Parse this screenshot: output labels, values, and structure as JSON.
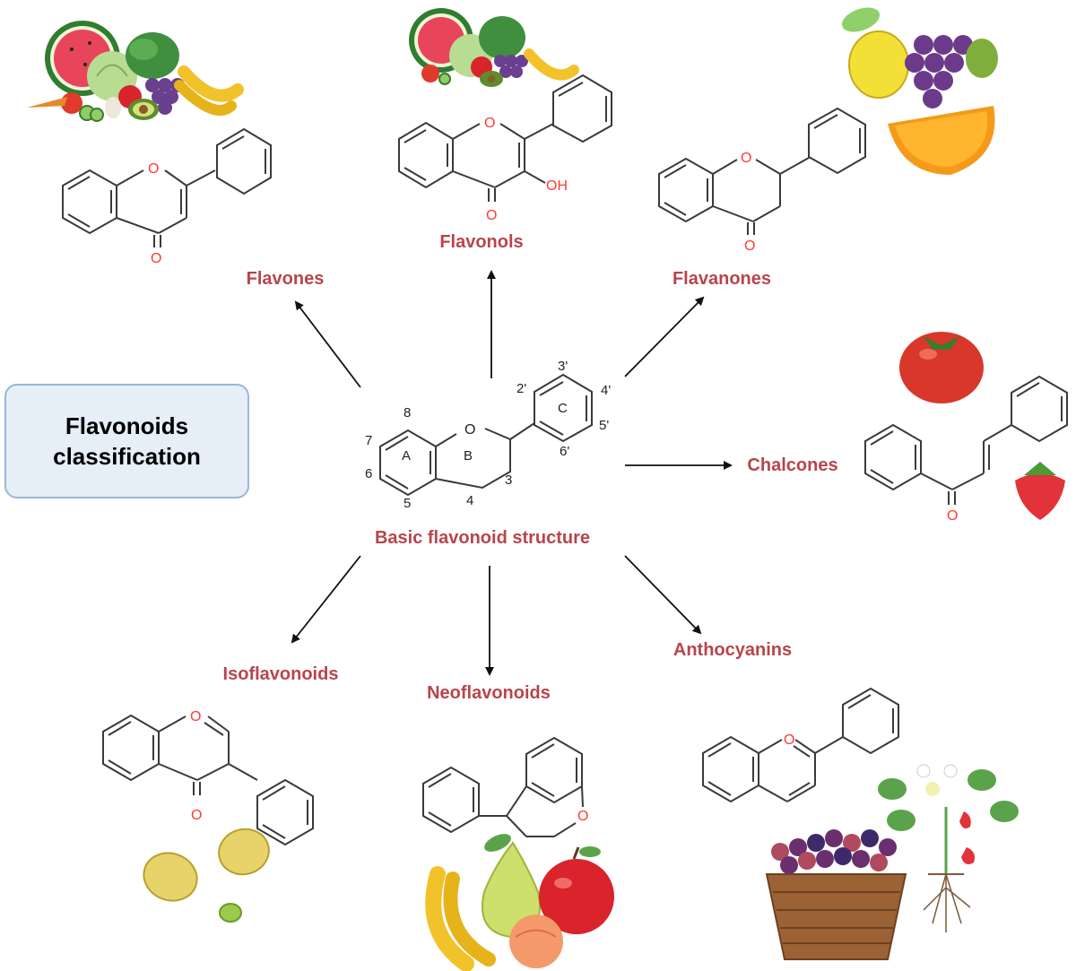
{
  "title": {
    "line1": "Flavonoids",
    "line2": "classification"
  },
  "center": {
    "label": "Basic flavonoid structure",
    "ring_labels": [
      "A",
      "B",
      "C"
    ],
    "position_numbers": [
      "2'",
      "3'",
      "4'",
      "5'",
      "6'",
      "8",
      "7",
      "6",
      "5",
      "4",
      "3"
    ],
    "oxygen": "O"
  },
  "classes": [
    {
      "name": "Flavones",
      "atoms": [
        "O",
        "O"
      ],
      "foods": [
        "watermelon-icon",
        "cabbage-icon",
        "grapes-icon",
        "banana-icon",
        "avocado-icon"
      ]
    },
    {
      "name": "Flavonols",
      "atoms": [
        "O",
        "O",
        "OH"
      ],
      "foods": [
        "watermelon-icon",
        "cabbage-icon",
        "grapes-icon",
        "banana-icon"
      ]
    },
    {
      "name": "Flavanones",
      "atoms": [
        "O",
        "O"
      ],
      "foods": [
        "lemon-icon",
        "grapes-icon",
        "orange-icon"
      ]
    },
    {
      "name": "Chalcones",
      "atoms": [
        "O"
      ],
      "foods": [
        "tomato-icon",
        "strawberry-icon"
      ]
    },
    {
      "name": "Anthocyanins",
      "atoms": [
        "O"
      ],
      "foods": [
        "grape-basket-icon",
        "strawberry-plant-icon"
      ]
    },
    {
      "name": "Neoflavonoids",
      "atoms": [
        "O"
      ],
      "foods": [
        "banana-icon",
        "pear-icon",
        "apple-icon",
        "peach-icon"
      ]
    },
    {
      "name": "Isoflavonoids",
      "atoms": [
        "O",
        "O"
      ],
      "foods": [
        "soybean-icon"
      ]
    }
  ],
  "colors": {
    "label": "#b8454b",
    "heteroatom": "#ff3b30",
    "bond": "#3a3a3a",
    "title_box_fill": "#e6eef8",
    "title_box_border": "#9bb7d8"
  }
}
